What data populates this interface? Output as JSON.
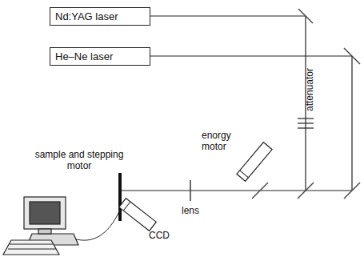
{
  "diagram": {
    "nodes": [
      {
        "text": [
          "Nd:YAG laser"
        ]
      },
      {
        "text": [
          "He–Ne laser"
        ]
      }
    ],
    "labels": [
      "attenuator",
      "enorgy motor",
      "sample and stepping motor",
      "lens",
      "CCD"
    ]
  }
}
